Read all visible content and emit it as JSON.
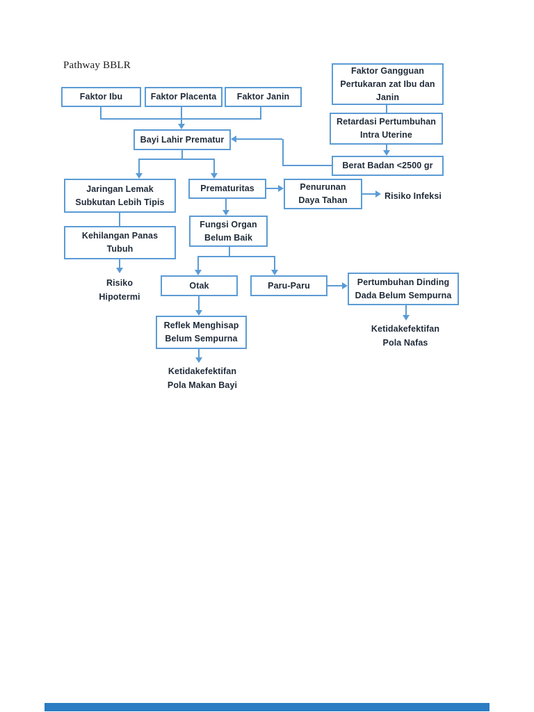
{
  "page": {
    "title": "Pathway BBLR"
  },
  "boxes": {
    "faktor_ibu": {
      "lines": [
        "Faktor Ibu"
      ]
    },
    "faktor_placenta": {
      "lines": [
        "Faktor Placenta"
      ]
    },
    "faktor_janin": {
      "lines": [
        "Faktor Janin"
      ]
    },
    "faktor_gangguan": {
      "lines": [
        "Faktor Gangguan",
        "Pertukaran zat Ibu dan",
        "Janin"
      ]
    },
    "retardasi": {
      "lines": [
        "Retardasi Pertumbuhan",
        "Intra Uterine"
      ]
    },
    "berat_badan": {
      "lines": [
        "Berat Badan <2500 gr"
      ]
    },
    "bayi_lahir_prematur": {
      "lines": [
        "Bayi Lahir Prematur"
      ]
    },
    "jaringan_lemak": {
      "lines": [
        "Jaringan Lemak",
        "Subkutan Lebih Tipis"
      ]
    },
    "prematuritas": {
      "lines": [
        "Prematuritas"
      ]
    },
    "penurunan_daya_tahan": {
      "lines": [
        "Penurunan",
        "Daya Tahan"
      ]
    },
    "kehilangan_panas": {
      "lines": [
        "Kehilangan Panas",
        "Tubuh"
      ]
    },
    "fungsi_organ": {
      "lines": [
        "Fungsi Organ",
        "Belum Baik"
      ]
    },
    "otak": {
      "lines": [
        "Otak"
      ]
    },
    "paru_paru": {
      "lines": [
        "Paru-Paru"
      ]
    },
    "pertumbuhan_dinding": {
      "lines": [
        "Pertumbuhan Dinding",
        "Dada Belum Sempurna"
      ]
    },
    "reflek_menghisap": {
      "lines": [
        "Reflek Menghisap",
        "Belum Sempurna"
      ]
    }
  },
  "outcomes": {
    "risiko_infeksi": {
      "line1": "Risiko Infeksi"
    },
    "risiko_hipotermi": {
      "line1": "Risiko",
      "line2": "Hipotermi"
    },
    "ketidakefektifan_pola_makan": {
      "line1": "Ketidakefektifan",
      "line2": "Pola Makan Bayi"
    },
    "ketidakefektifan_pola_nafas": {
      "line1": "Ketidakefektifan",
      "line2": "Pola Nafas"
    }
  },
  "colors": {
    "diagram_blue": "#5b9bd5",
    "text_ink": "#1f2a38",
    "bottom_bar_blue": "#2b7cc2",
    "page_background": "#ffffff"
  }
}
